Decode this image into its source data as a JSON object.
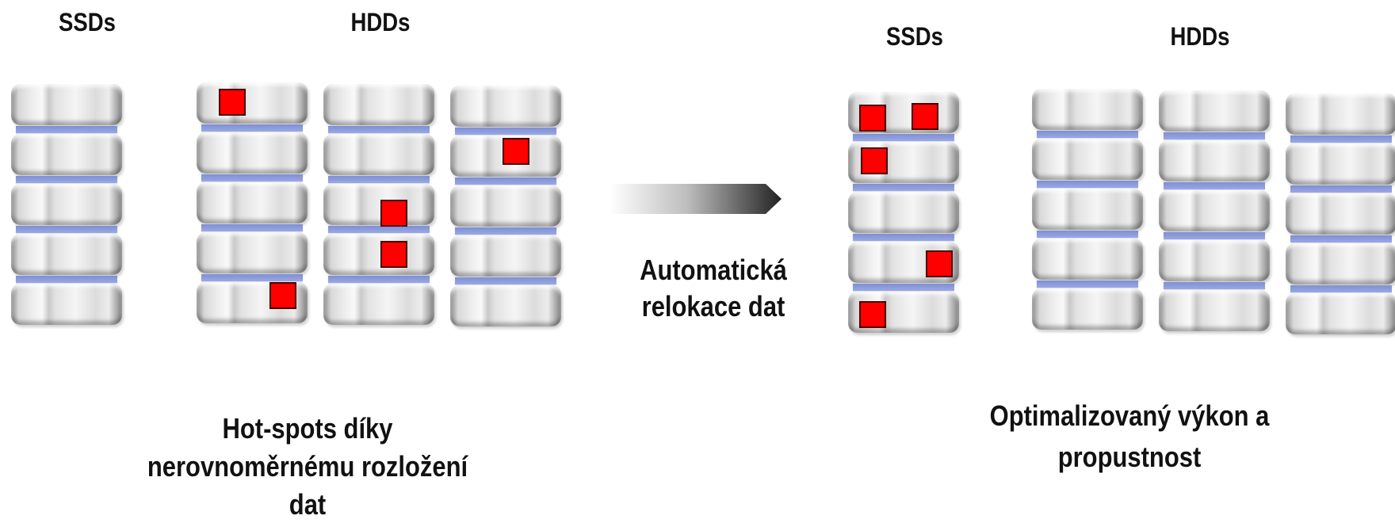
{
  "left": {
    "ssd_heading": "SSDs",
    "hdd_heading": "HDDs",
    "caption_lines": [
      "Hot-spots díky",
      "nerovnoměrnému rozložení",
      "dat"
    ]
  },
  "arrow": {
    "caption_lines": [
      "Automatická",
      "relokace dat"
    ]
  },
  "right": {
    "ssd_heading": "SSDs",
    "hdd_heading": "HDDs",
    "caption_lines": [
      "Optimalizovaný výkon a",
      "propustnost"
    ]
  },
  "colors": {
    "hot_spot": "#ff0000",
    "disk_band": "#8b9ae0",
    "arrow_dark": "#222222"
  }
}
